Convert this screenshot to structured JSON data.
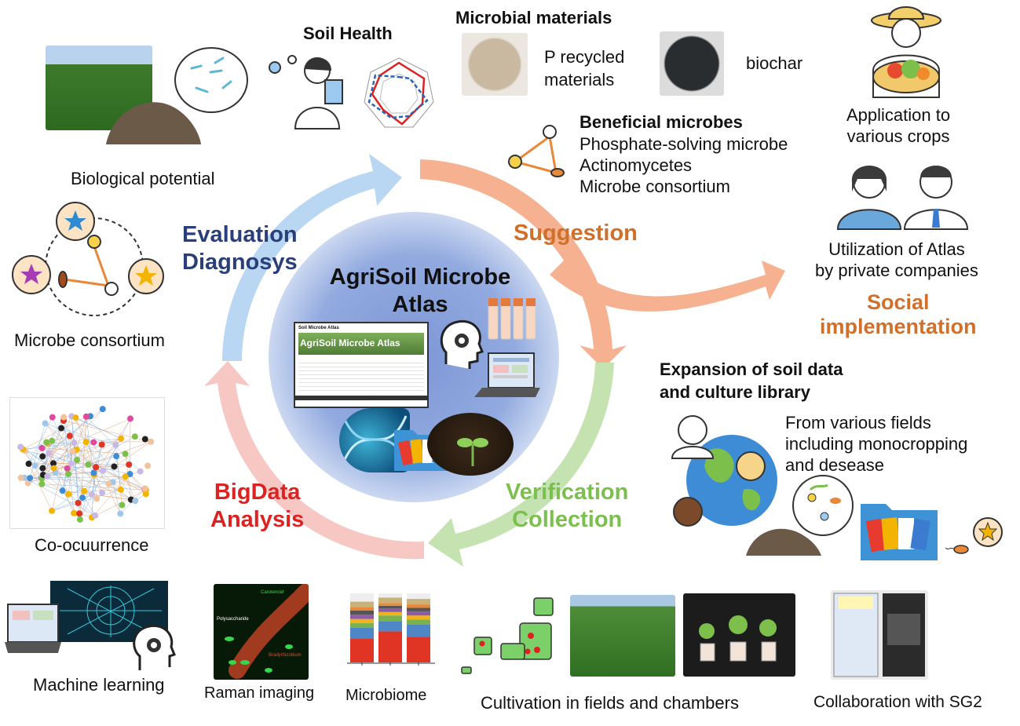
{
  "center": {
    "title_line1": "AgriSoil Microbe",
    "title_line2": "Atlas",
    "website_title": "Soil Microbe Atlas",
    "website_banner": "AgriSoil Microbe Atlas"
  },
  "phases": {
    "evaluation": {
      "line1": "Evaluation",
      "line2": "Diagnosys",
      "color": "#2a3f7a"
    },
    "suggestion": {
      "line1": "Suggestion",
      "color": "#d0702a"
    },
    "verification": {
      "line1": "Verification",
      "line2": "Collection",
      "color": "#7bbf4e"
    },
    "bigdata": {
      "line1": "BigData",
      "line2": "Analysis",
      "color": "#dd2222"
    },
    "social": {
      "line1": "Social",
      "line2": "implementation",
      "color": "#d0702a"
    }
  },
  "top": {
    "soil_health": "Soil Health",
    "microbial_materials": "Microbial materials",
    "p_recycled_line1": "P recycled",
    "p_recycled_line2": "materials",
    "biochar": "biochar",
    "beneficial_title": "Beneficial microbes",
    "beneficial_items": [
      "Phosphate-solving microbe",
      "Actinomycetes",
      "Microbe consortium"
    ]
  },
  "left": {
    "biological_potential": "Biological potential",
    "microbe_consortium": "Microbe consortium",
    "co_occurrence": "Co-ocuurrence"
  },
  "right": {
    "application_line1": "Application to",
    "application_line2": "various crops",
    "utilization_line1": "Utilization of Atlas",
    "utilization_line2": "by private companies",
    "expansion_line1": "Expansion of soil data",
    "expansion_line2": "and culture library",
    "fields_line1": "From various fields",
    "fields_line2": "including monocropping",
    "fields_line3": "and desease"
  },
  "bottom": {
    "machine_learning": "Machine learning",
    "raman_imaging": "Raman imaging",
    "microbiome": "Microbiome",
    "cultivation": "Cultivation in fields and chambers",
    "collaboration": "Collaboration with SG2",
    "raman_tags": [
      "Carotenoid",
      "Polysaccharide",
      "Bradyrhizobium"
    ]
  },
  "colors": {
    "arrow_blue": "#b9d6f3",
    "arrow_orange": "#f6b190",
    "arrow_green": "#c5e3b0",
    "arrow_pink": "#f7c7c3",
    "center_blue": "#8ea7dc"
  },
  "chart_data": {
    "type": "bar",
    "title": "",
    "categories": [
      "",
      "",
      ""
    ],
    "series": [
      {
        "values": [
          35,
          45,
          37
        ],
        "color": "#e03424"
      },
      {
        "values": [
          15,
          15,
          18
        ],
        "color": "#4f86c6"
      },
      {
        "values": [
          7,
          8,
          7
        ],
        "color": "#7ab34d"
      },
      {
        "values": [
          6,
          5,
          6
        ],
        "color": "#f0b21f"
      },
      {
        "values": [
          6,
          5,
          6
        ],
        "color": "#8d5ca8"
      },
      {
        "values": [
          6,
          4,
          5
        ],
        "color": "#555555"
      },
      {
        "values": [
          5,
          4,
          5
        ],
        "color": "#e8893a"
      },
      {
        "values": [
          8,
          8,
          8
        ],
        "color": "#c9b27a"
      },
      {
        "values": [
          12,
          6,
          8
        ],
        "color": "#eeeeee"
      }
    ],
    "ylim": [
      0,
      100
    ]
  }
}
